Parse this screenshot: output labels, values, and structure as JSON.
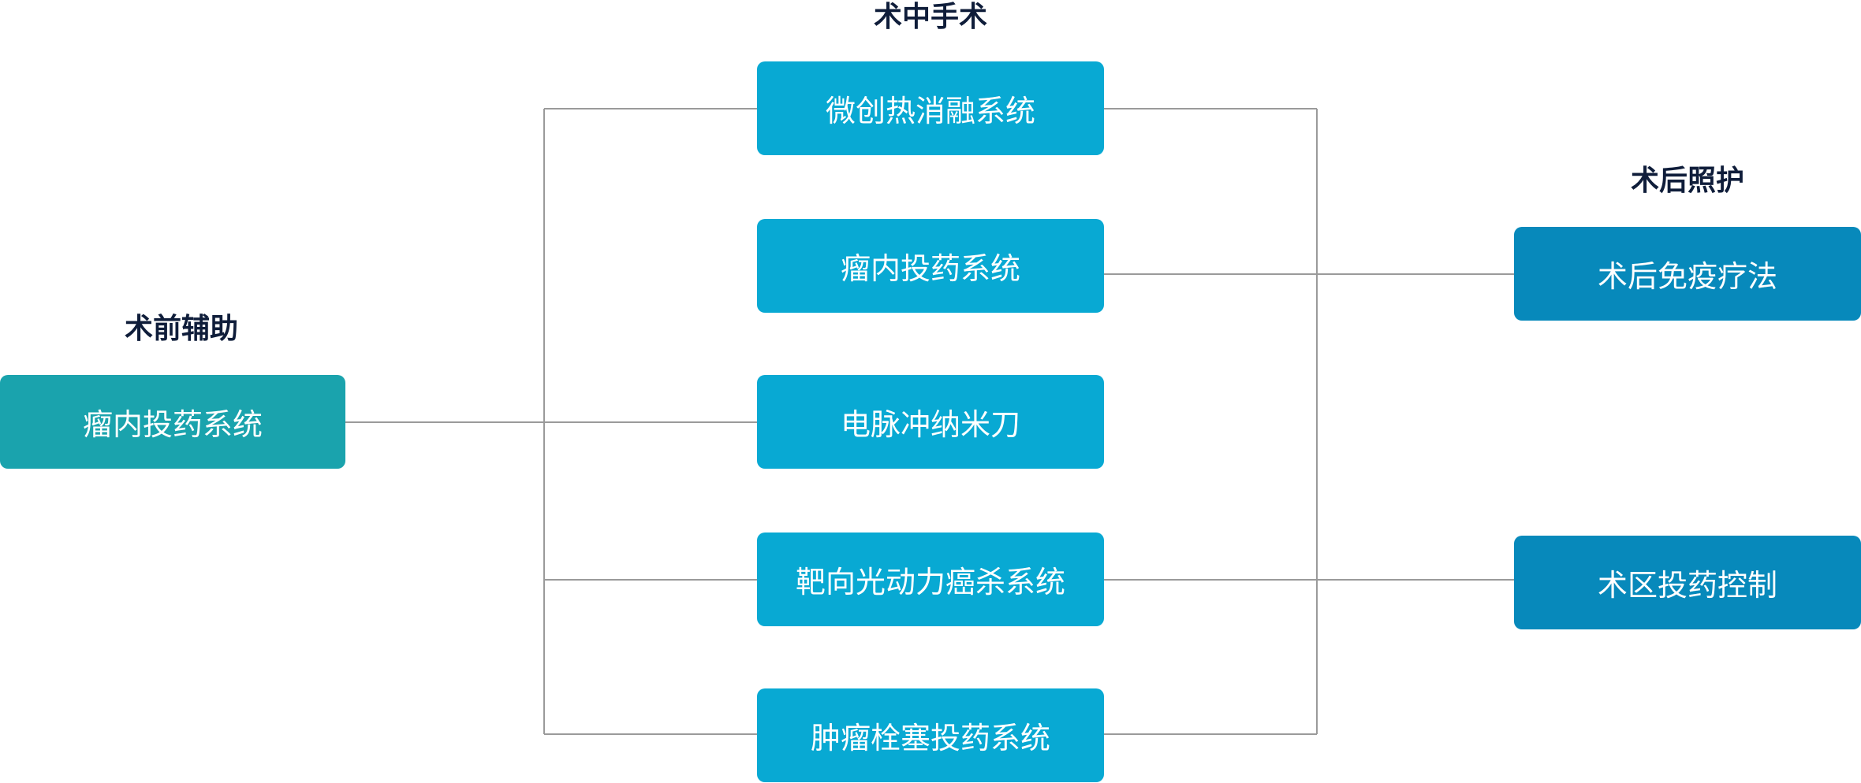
{
  "colors": {
    "preop": "#1aa3ad",
    "intraop": "#08a9d3",
    "postop": "#0789bb",
    "connector": "#9a9a9a",
    "title": "#0f1d3a"
  },
  "preop": {
    "title": "术前辅助",
    "items": [
      {
        "label": "瘤内投药系统"
      }
    ]
  },
  "intraop": {
    "title": "术中手术",
    "items": [
      {
        "label": "微创热消融系统"
      },
      {
        "label": "瘤内投药系统"
      },
      {
        "label": "电脉冲纳米刀"
      },
      {
        "label": "靶向光动力癌杀系统"
      },
      {
        "label": "肿瘤栓塞投药系统"
      }
    ]
  },
  "postop": {
    "title": "术后照护",
    "items": [
      {
        "label": "术后免疫疗法"
      },
      {
        "label": "术区投药控制"
      }
    ]
  }
}
